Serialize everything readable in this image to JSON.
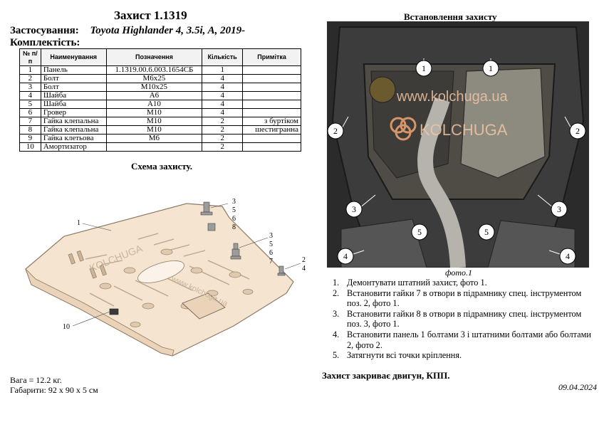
{
  "title": "Захист 1.1319",
  "application": {
    "label": "Застосування:",
    "value": "Toyota Highlander 4, 3.5i, A, 2019-"
  },
  "kit_label": "Комплектість:",
  "table": {
    "headers": [
      "№ п/п",
      "Наименування",
      "Позначення",
      "Кількість",
      "Примітка"
    ],
    "rows": [
      [
        "1",
        "Панель",
        "1.1319.00.6.003.1654СБ",
        "1",
        ""
      ],
      [
        "2",
        "Болт",
        "М6х25",
        "4",
        ""
      ],
      [
        "3",
        "Болт",
        "М10х25",
        "4",
        ""
      ],
      [
        "4",
        "Шайба",
        "А6",
        "4",
        ""
      ],
      [
        "5",
        "Шайба",
        "А10",
        "4",
        ""
      ],
      [
        "6",
        "Гровер",
        "М10",
        "4",
        ""
      ],
      [
        "7",
        "Гайка клепальна",
        "М10",
        "2",
        "з буртіком"
      ],
      [
        "8",
        "Гайка клепальна",
        "М10",
        "2",
        "шестигранна"
      ],
      [
        "9",
        "Гайка клетьова",
        "М6",
        "2",
        ""
      ],
      [
        "10",
        "Амортизатор",
        "",
        "2",
        ""
      ]
    ]
  },
  "scheme": {
    "title": "Схема захисту.",
    "labels": {
      "part1": "1",
      "part10": "10",
      "stack_a": [
        "3",
        "5",
        "6",
        "8"
      ],
      "stack_b": [
        "3",
        "5",
        "6",
        "7"
      ],
      "stack_c": [
        "2",
        "4"
      ]
    },
    "watermark_brand": "KOLCHUGA",
    "watermark_url": "www.kolchuga.ua"
  },
  "weight": "Вага = 12.2 кг.",
  "dimensions": "Габарити: 92 х 90 х 5 см",
  "install": {
    "title": "Встановлення захисту",
    "photo_markers": [
      "1",
      "1",
      "2",
      "2",
      "3",
      "3",
      "4",
      "4",
      "5",
      "5"
    ],
    "watermark_url": "www.kolchuga.ua",
    "watermark_brand": "KOLCHUGA",
    "caption": "фото.1",
    "steps": [
      {
        "n": "1.",
        "text": "Демонтувати штатний захист, фото 1."
      },
      {
        "n": "2.",
        "text": "Встановити гайки 7 в отвори в підрамнику спец. інструментом поз. 2, фото 1."
      },
      {
        "n": "3.",
        "text": "Встановити гайки 8 в отвори в підрамнику спец. інструментом поз. 3, фото 1."
      },
      {
        "n": "4.",
        "text": "Встановити панель 1 болтами 3 і штатними болтами або болтами 2, фото 2."
      },
      {
        "n": "5.",
        "text": "Затягнути всі точки кріплення."
      }
    ]
  },
  "conclusion": "Захист закриває двигун, КПП.",
  "date": "09.04.2024",
  "colors": {
    "panel_fill": "#f5e4cf",
    "panel_stroke": "#8a7a66",
    "photo_dark": "#2b2b2b",
    "marker_fill": "#ffffff",
    "watermark": "#e8a070"
  }
}
